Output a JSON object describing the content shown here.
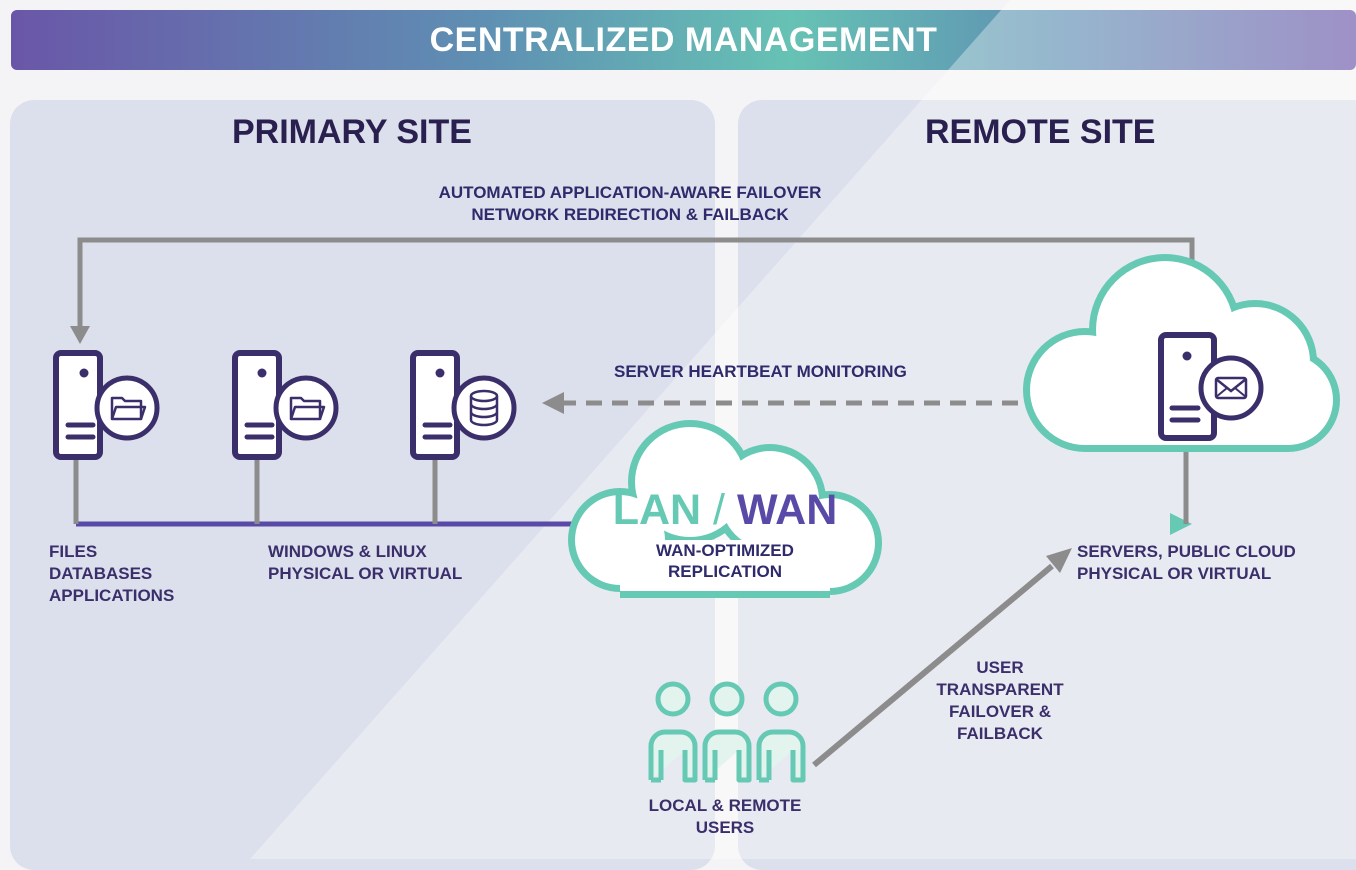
{
  "header": {
    "title": "CENTRALIZED MANAGEMENT"
  },
  "primary_site": {
    "title": "PRIMARY SITE"
  },
  "remote_site": {
    "title": "REMOTE SITE"
  },
  "failover_label": {
    "line1": "AUTOMATED APPLICATION-AWARE FAILOVER",
    "line2": "NETWORK REDIRECTION & FAILBACK"
  },
  "heartbeat_label": "SERVER HEARTBEAT MONITORING",
  "network": {
    "lan": "LAN",
    "slash": "/",
    "wan": "WAN",
    "line1": "WAN-OPTIMIZED",
    "line2": "REPLICATION"
  },
  "primary_labels": {
    "col1": [
      "FILES",
      "DATABASES",
      "APPLICATIONS"
    ],
    "col2": [
      "WINDOWS & LINUX",
      "PHYSICAL OR VIRTUAL"
    ]
  },
  "remote_labels": [
    "SERVERS, PUBLIC CLOUD",
    "PHYSICAL OR VIRTUAL"
  ],
  "user_failover_label": [
    "USER",
    "TRANSPARENT",
    "FAILOVER &",
    "FAILBACK"
  ],
  "users_label": [
    "LOCAL & REMOTE",
    "USERS"
  ],
  "icons": [
    "server-icon",
    "folder-icon",
    "database-icon",
    "cloud-icon",
    "mail-icon",
    "users-icon"
  ],
  "colors": {
    "purple": "#3b2f6b",
    "teal": "#66c9b4",
    "gray": "#8c8c8c",
    "panel": "#dcdfec"
  }
}
